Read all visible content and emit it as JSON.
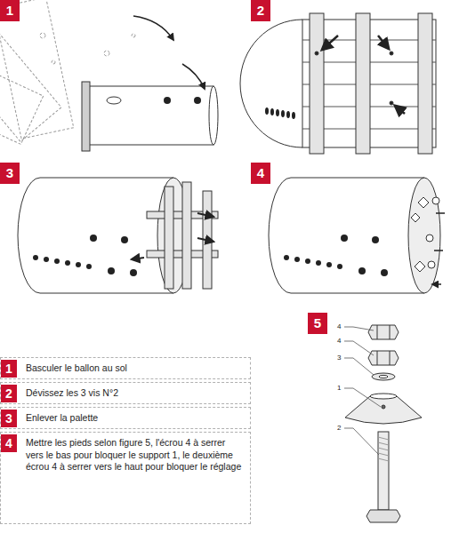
{
  "diagram": {
    "nodes": [
      {
        "text": [
          "1"
        ]
      },
      {
        "text": [
          "2"
        ]
      },
      {
        "text": [
          "3"
        ]
      },
      {
        "text": [
          "4"
        ]
      },
      {
        "text": [
          "5"
        ]
      },
      {
        "text": [
          "1",
          "Basculer le ballon au sol"
        ]
      },
      {
        "text": [
          "2",
          "Dévissez les 3 vis N°2"
        ]
      },
      {
        "text": [
          "3",
          "Enlever la palette"
        ]
      },
      {
        "text": [
          "4",
          "Mettre les pieds selon figure 5, l'écrou 4 à serrer vers le bas pour bloquer le support 1, le deuxième écrou 4 à serrer vers le haut pour bloquer le réglage"
        ]
      }
    ],
    "labels": [
      "4",
      "4",
      "3",
      "1",
      "2"
    ]
  }
}
